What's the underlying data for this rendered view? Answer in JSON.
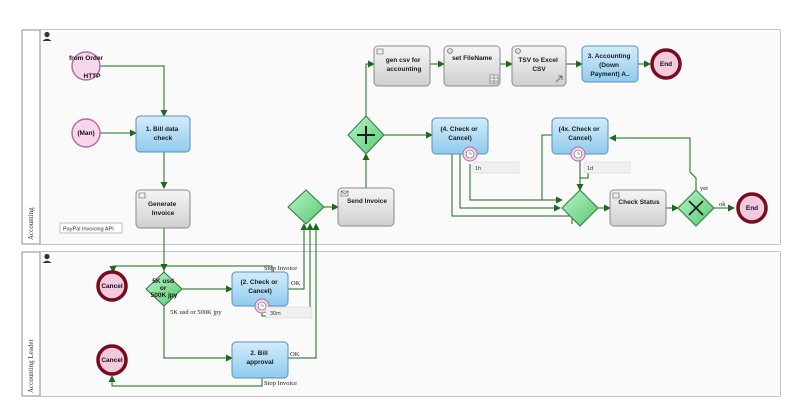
{
  "pool": {
    "lanes": [
      {
        "id": "accounting",
        "label": "Accounting"
      },
      {
        "id": "leader",
        "label": "Accounting Leader"
      }
    ]
  },
  "annotation": "PayPal Invoicing API",
  "events": {
    "from_order": {
      "label": "from Order",
      "sub": "HTTP"
    },
    "man": {
      "label": "(Man)"
    },
    "end_top": {
      "label": "End"
    },
    "end_mid": {
      "label": "End"
    },
    "cancel_1": {
      "label": "Cancel"
    },
    "cancel_2": {
      "label": "Cancel"
    }
  },
  "tasks": {
    "bill_data_check": {
      "lines": [
        "1. Bill data",
        "check"
      ]
    },
    "generate_invoice": {
      "lines": [
        "Generate",
        "Invoice"
      ]
    },
    "gen_csv": {
      "lines": [
        "gen csv for",
        "accounting"
      ]
    },
    "set_filename": {
      "lines": [
        "set FileName"
      ]
    },
    "tsv_to_excel": {
      "lines": [
        "TSV to Excel",
        "CSV"
      ]
    },
    "accounting_down": {
      "lines": [
        "3. Accounting",
        "(Down",
        "Payment) A.."
      ]
    },
    "check_or_cancel_4": {
      "lines": [
        "(4. Check or",
        "Cancel)"
      ]
    },
    "check_or_cancel_4x": {
      "lines": [
        "(4x. Check or",
        "Cancel)"
      ]
    },
    "send_invoice": {
      "lines": [
        "Send Invoice"
      ]
    },
    "check_status": {
      "lines": [
        "Check Status"
      ]
    },
    "check_or_cancel_2": {
      "lines": [
        "(2. Check or",
        "Cancel)"
      ]
    },
    "bill_approval": {
      "lines": [
        "2. Bill",
        "approval"
      ]
    }
  },
  "gateways": {
    "leader_split": {
      "lines": [
        "5K usd",
        "or",
        "500K jpy"
      ]
    }
  },
  "timers": {
    "t_1h": "1h",
    "t_1d": "1d",
    "t_30m": "30m"
  },
  "flows": {
    "stop_invoice_top": "Stop Invoice",
    "ok_1": "OK",
    "below_threshold": "5K usd or 500K jpy",
    "ok_2": "OK",
    "stop_invoice_bottom": "Stop Invoice",
    "not_yet": "yet",
    "ok_status": "ok"
  },
  "colors": {
    "task_blue": "#a9d8f3",
    "task_grey": "#e4e4e4",
    "gateway_green": "#7fe09a",
    "start_pink": "#f7d6ea",
    "end_fill": "#f3c9de",
    "end_ring": "#7a0a1e",
    "timer_ring": "#b06aa8",
    "flow_green": "#1b6b1b"
  }
}
